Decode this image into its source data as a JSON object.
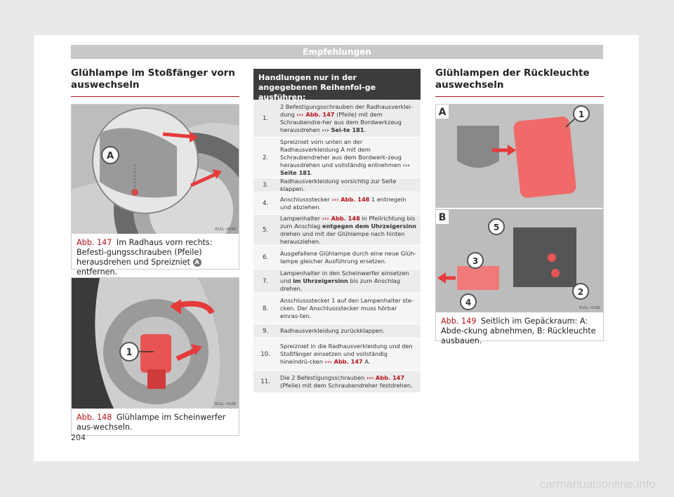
{
  "header": {
    "title": "Empfehlungen"
  },
  "left": {
    "title": "Glühlampe im Stoßfänger vorn auswechseln",
    "fig147": {
      "code": "B1SL-0099",
      "label": "Abb. 147",
      "caption_a": "Im Radhaus vorn rechts: Befesti-gungsschrauben (Pfeile) herausdrehen und Spreizniet",
      "marker": "A",
      "caption_b": "entfernen."
    },
    "fig148": {
      "code": "B1SL-0100",
      "label": "Abb. 148",
      "caption": "Glühlampe im Scheinwerfer aus-wechseln.",
      "callout": "1"
    }
  },
  "steps": {
    "heading": "Handlungen nur in der angegebenen Reihenfol-ge ausführen:",
    "items": [
      {
        "num": "1.",
        "text": "2 Befestigungsschrauben der Radhausverklei-dung ››› Abb. 147 (Pfeile) mit dem Schraubendre-her aus dem Bordwerkzeug herausdrehen ››› Sei-te 181."
      },
      {
        "num": "2.",
        "text": "Spreizniet vorn unten an der Radhausverkleidung A mit dem Schraubendreher aus dem Bordwerk-zeug herausdrehen und vollständig entnehmen ››› Seite 181."
      },
      {
        "num": "3.",
        "text": "Radhausverkleidung vorsichtig zur Seite klappen."
      },
      {
        "num": "4.",
        "text": "Anschlussstecker ››› Abb. 148 1 entriegeln und abziehen."
      },
      {
        "num": "5.",
        "text": "Lampenhalter ››› Abb. 148 in Pfeilrichtung bis zum Anschlag entgegen dem Uhrzeigersinn drehen und mit der Glühlampe nach hinten herausziehen."
      },
      {
        "num": "6.",
        "text": "Ausgefallene Glühlampe durch eine neue Glüh-lampe gleicher Ausführung ersetzen."
      },
      {
        "num": "7.",
        "text": "Lampenhalter in den Scheinwerfer einsetzen und im Uhrzeigersinn bis zum Anschlag drehen."
      },
      {
        "num": "8.",
        "text": "Anschlussstecker 1 auf den Lampenhalter ste-cken. Der Anschlussstecker muss hörbar einras-ten."
      },
      {
        "num": "9.",
        "text": "Radhausverkleidung zurückklappen."
      },
      {
        "num": "10.",
        "text": "Spreizniet in die Radhausverkleidung und den Stoßfänger einsetzen und vollständig hineindrü-cken ››› Abb. 147 A."
      },
      {
        "num": "11.",
        "text": "Die 2 Befestigungsschrauben ››› Abb. 147 (Pfeile) mit dem Schraubendreher festdrehen."
      }
    ]
  },
  "right": {
    "title": "Glühlampen der Rückleuchte auswechseln",
    "fig149": {
      "code": "B1SL-0286",
      "label": "Abb. 149",
      "caption": "Seitlich im Gepäckraum: A: Abde-ckung abnehmen, B: Rückleuchte ausbauen.",
      "panel_a": "A",
      "panel_b": "B",
      "callouts": [
        "1",
        "2",
        "3",
        "4",
        "5"
      ]
    }
  },
  "page_number": "204",
  "watermark": "carmanualsonline.info"
}
